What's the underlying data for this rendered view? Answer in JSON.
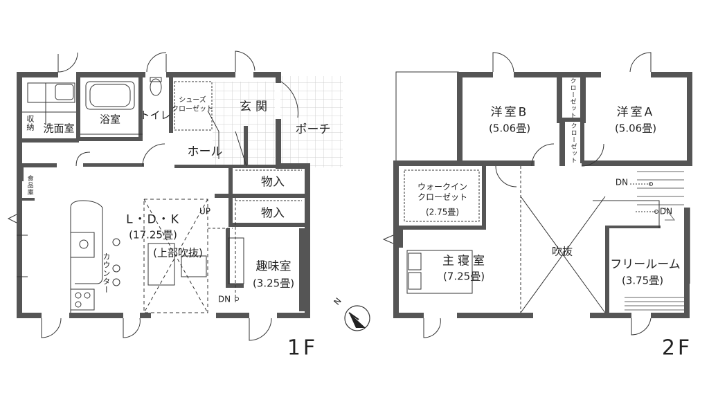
{
  "floors": [
    {
      "label": "1F",
      "rooms": [
        {
          "id": "senmen",
          "name": "洗面室"
        },
        {
          "id": "shuno",
          "name": "収納"
        },
        {
          "id": "yokushitsu",
          "name": "浴室"
        },
        {
          "id": "toilet",
          "name": "トイレ"
        },
        {
          "id": "shoes",
          "name": "シューズ\nクローゼット"
        },
        {
          "id": "genkan",
          "name": "玄関"
        },
        {
          "id": "porch",
          "name": "ポーチ"
        },
        {
          "id": "hall",
          "name": "ホール"
        },
        {
          "id": "monoire1",
          "name": "物入"
        },
        {
          "id": "monoire2",
          "name": "物入"
        },
        {
          "id": "ldk",
          "name": "L・D・K",
          "area": "(17.25畳)"
        },
        {
          "id": "fukinuke1",
          "name": "(上部吹抜)"
        },
        {
          "id": "counter",
          "name": "カウンター"
        },
        {
          "id": "shumi",
          "name": "趣味室",
          "area": "(3.25畳)"
        },
        {
          "id": "tana",
          "name": "食品庫"
        }
      ],
      "markers": {
        "up": "UP",
        "dn": "DN"
      }
    },
    {
      "label": "2F",
      "rooms": [
        {
          "id": "youB",
          "name": "洋室B",
          "area": "(5.06畳)"
        },
        {
          "id": "youA",
          "name": "洋室A",
          "area": "(5.06畳)"
        },
        {
          "id": "closet1",
          "name": "クローゼット"
        },
        {
          "id": "closet2",
          "name": "クローゼット"
        },
        {
          "id": "wic",
          "name": "ウォークイン\nクローゼット",
          "area": "(2.75畳)"
        },
        {
          "id": "shushin",
          "name": "主寝室",
          "area": "(7.25畳)"
        },
        {
          "id": "fukinuke2",
          "name": "吹抜"
        },
        {
          "id": "free",
          "name": "フリールーム",
          "area": "(3.75畳)"
        }
      ],
      "markers": {
        "dn": "DN"
      }
    }
  ],
  "compass": {
    "north": "N"
  },
  "colors": {
    "wall": "#555555",
    "line": "#333333",
    "tile": "#cfcfcf"
  }
}
